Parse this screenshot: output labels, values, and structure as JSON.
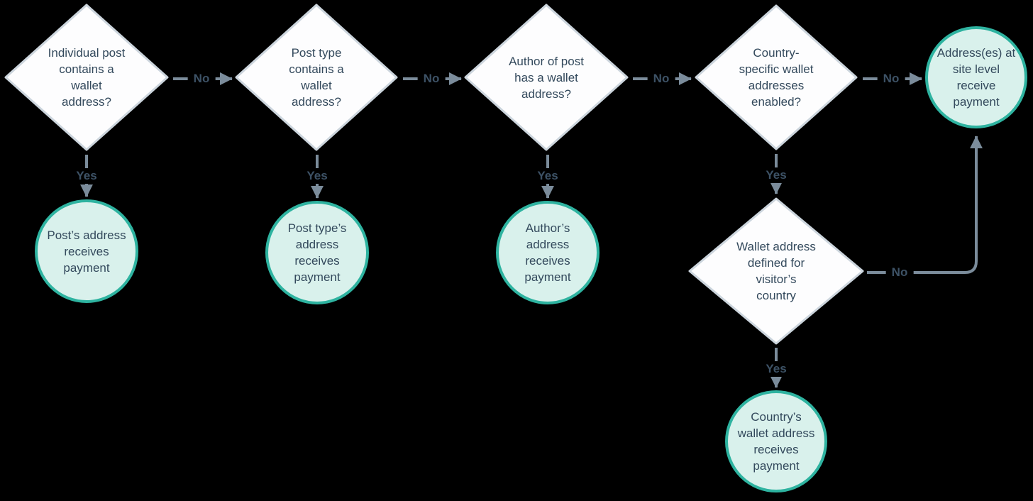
{
  "colors": {
    "background": "#000000",
    "decision_fill": "#fdfdfe",
    "decision_border": "#ccd5dd",
    "outcome_fill": "#d9f1ec",
    "outcome_border": "#2eb3a0",
    "node_text": "#33495c",
    "connector": "#7b8c9b",
    "edge_label_text": "#3d5266"
  },
  "nodes": [
    {
      "id": "decision-individual-post",
      "type": "decision",
      "text": "Individual post\ncontains a\nwallet\naddress?"
    },
    {
      "id": "outcome-post-address",
      "type": "outcome",
      "text": "Post’s address\nreceives\npayment"
    },
    {
      "id": "decision-post-type",
      "type": "decision",
      "text": "Post type\ncontains a\nwallet\naddress?"
    },
    {
      "id": "outcome-post-type-address",
      "type": "outcome",
      "text": "Post type’s\naddress\nreceives\npayment"
    },
    {
      "id": "decision-author",
      "type": "decision",
      "text": "Author of post\nhas a wallet\naddress?"
    },
    {
      "id": "outcome-author-address",
      "type": "outcome",
      "text": "Author’s\naddress\nreceives\npayment"
    },
    {
      "id": "decision-country-enabled",
      "type": "decision",
      "text": "Country-\nspecific wallet\naddresses\nenabled?"
    },
    {
      "id": "outcome-site-address",
      "type": "outcome",
      "text": "Address(es) at\nsite level\nreceive\npayment"
    },
    {
      "id": "decision-visitor-country",
      "type": "decision",
      "text": "Wallet address\ndefined for\nvisitor’s\ncountry"
    },
    {
      "id": "outcome-country-address",
      "type": "outcome",
      "text": "Country’s\nwallet address\nreceives\npayment"
    }
  ],
  "edges": [
    {
      "from": "decision-individual-post",
      "to": "decision-post-type",
      "label": "No"
    },
    {
      "from": "decision-post-type",
      "to": "decision-author",
      "label": "No"
    },
    {
      "from": "decision-author",
      "to": "decision-country-enabled",
      "label": "No"
    },
    {
      "from": "decision-country-enabled",
      "to": "outcome-site-address",
      "label": "No"
    },
    {
      "from": "decision-visitor-country",
      "to": "outcome-site-address",
      "label": "No"
    },
    {
      "from": "decision-individual-post",
      "to": "outcome-post-address",
      "label": "Yes"
    },
    {
      "from": "decision-post-type",
      "to": "outcome-post-type-address",
      "label": "Yes"
    },
    {
      "from": "decision-author",
      "to": "outcome-author-address",
      "label": "Yes"
    },
    {
      "from": "decision-country-enabled",
      "to": "decision-visitor-country",
      "label": "Yes"
    },
    {
      "from": "decision-visitor-country",
      "to": "outcome-country-address",
      "label": "Yes"
    }
  ]
}
